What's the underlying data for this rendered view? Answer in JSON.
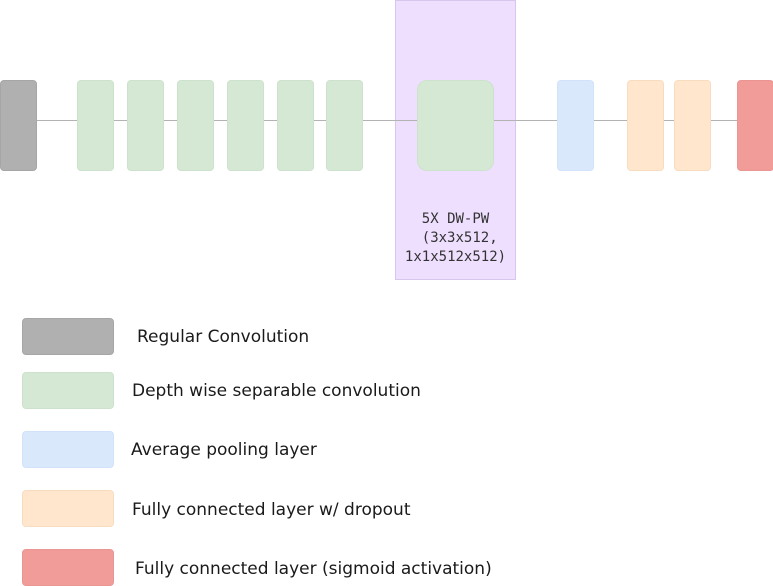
{
  "diagram": {
    "group_caption": "5X DW-PW\n (3x3x512,\n1x1x512x512)"
  },
  "legend": {
    "items": [
      {
        "label": "Regular Convolution",
        "color": "#b0b0b0"
      },
      {
        "label": "Depth wise separable convolution",
        "color": "#d5e8d4"
      },
      {
        "label": "Average pooling layer",
        "color": "#dae8fc"
      },
      {
        "label": "Fully connected layer w/ dropout",
        "color": "#ffe6cc"
      },
      {
        "label": "Fully connected layer (sigmoid activation)",
        "color": "#f19c99"
      }
    ]
  }
}
